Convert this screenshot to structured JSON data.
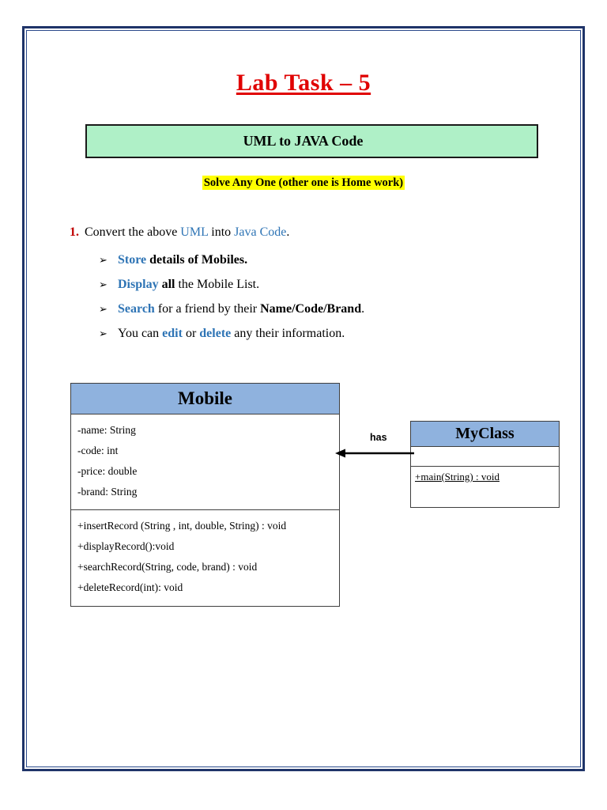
{
  "page": {
    "title": "Lab Task – 5",
    "border_color": "#1F3469"
  },
  "banner": {
    "text": "UML to JAVA Code",
    "background": "#AFF0C7"
  },
  "note": {
    "text": "Solve Any One (other one is Home work)",
    "highlight": "#FFFF00"
  },
  "task": {
    "number": "1.",
    "text_before": "Convert the above ",
    "keyword1": "UML",
    "text_middle": " into ",
    "keyword2": "Java Code",
    "text_after": "."
  },
  "bullets": [
    {
      "glyph": "➢",
      "parts": [
        {
          "text": "Store",
          "style": "blue-bold"
        },
        {
          "text": " details of Mobiles.",
          "style": "bold"
        }
      ]
    },
    {
      "glyph": "➢",
      "parts": [
        {
          "text": "Display",
          "style": "blue-bold"
        },
        {
          "text": " all",
          "style": "bold"
        },
        {
          "text": " the Mobile List.",
          "style": "plain"
        }
      ]
    },
    {
      "glyph": "➢",
      "parts": [
        {
          "text": "Search",
          "style": "blue-bold"
        },
        {
          "text": " for a friend by their ",
          "style": "plain"
        },
        {
          "text": "Name/Code/Brand",
          "style": "bold"
        },
        {
          "text": ".",
          "style": "plain"
        }
      ]
    },
    {
      "glyph": "➢",
      "parts": [
        {
          "text": "You can ",
          "style": "plain"
        },
        {
          "text": "edit",
          "style": "blue-bold"
        },
        {
          "text": " or ",
          "style": "plain"
        },
        {
          "text": "delete",
          "style": "blue-bold"
        },
        {
          "text": " any their information.",
          "style": "plain"
        }
      ]
    }
  ],
  "diagram": {
    "header_color": "#8FB2DE",
    "mobile": {
      "name": "Mobile",
      "attributes": [
        "-name: String",
        "-code: int",
        "-price: double",
        "-brand: String"
      ],
      "methods": [
        "+insertRecord (String , int, double, String) : void",
        "+displayRecord():void",
        "+searchRecord(String, code, brand) : void",
        "+deleteRecord(int): void"
      ]
    },
    "myclass": {
      "name": "MyClass",
      "attributes": [],
      "methods": [
        "+main(String) : void"
      ]
    },
    "association": {
      "label": "has",
      "direction": "left"
    }
  }
}
